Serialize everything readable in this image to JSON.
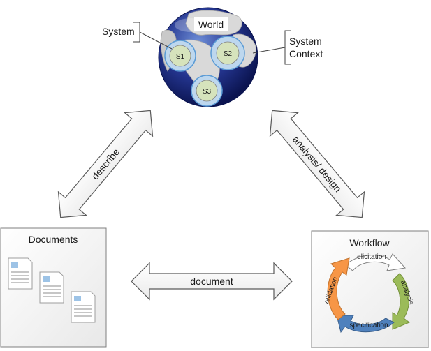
{
  "world": {
    "title": "World",
    "systems": [
      {
        "label": "S1"
      },
      {
        "label": "S2"
      },
      {
        "label": "S3"
      }
    ],
    "callout_left": "System",
    "callout_right_line1": "System",
    "callout_right_line2": "Context"
  },
  "arrows": {
    "left": "describe",
    "right": "analysis/ design",
    "bottom": "document"
  },
  "documents": {
    "title": "Documents"
  },
  "workflow": {
    "title": "Workflow",
    "stages": [
      {
        "label": "elicitation",
        "color": "#ffffff"
      },
      {
        "label": "analysis",
        "color": "#9bbb59"
      },
      {
        "label": "specification",
        "color": "#4f81bd"
      },
      {
        "label": "validation",
        "color": "#f79646"
      }
    ]
  },
  "colors": {
    "globe_ocean": "#1f2f80",
    "globe_land": "#d9d9d9",
    "system_fill": "#d6e3bc",
    "system_ring": "#9dc3e6",
    "panel_border": "#7f7f7f"
  }
}
